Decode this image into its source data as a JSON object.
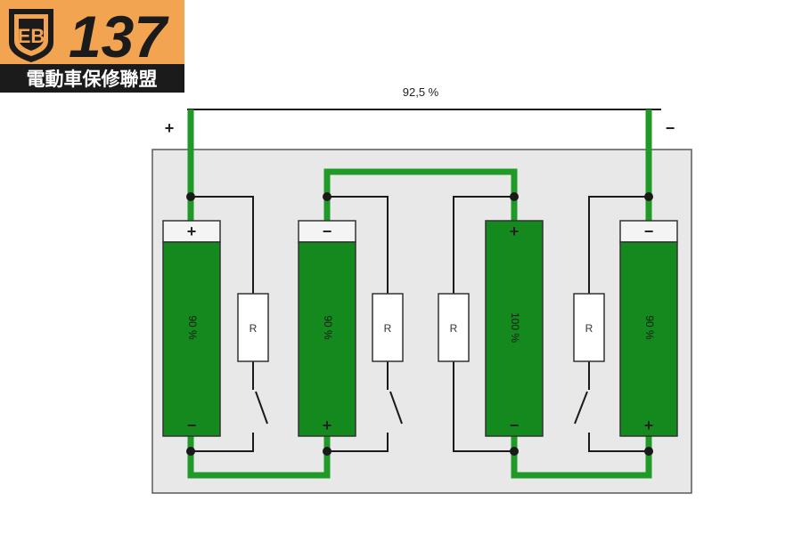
{
  "logo": {
    "number": "137",
    "subtitle": "電動車保修聯盟",
    "emblem_letters": "EB",
    "colors": {
      "orange": "#f2a450",
      "dark": "#1b1b1b"
    }
  },
  "diagram": {
    "total_label": "92,5 %",
    "terminal_positive": "+",
    "terminal_negative": "−",
    "resistor_label": "R",
    "cells": [
      {
        "charge": "90 %",
        "top_terminal": "+",
        "bottom_terminal": "−"
      },
      {
        "charge": "90 %",
        "top_terminal": "−",
        "bottom_terminal": "+"
      },
      {
        "charge": "100 %",
        "top_terminal": "+",
        "bottom_terminal": "−"
      },
      {
        "charge": "90 %",
        "top_terminal": "−",
        "bottom_terminal": "+"
      }
    ],
    "colors": {
      "cell_fill": "#148a1e",
      "wire_green": "#1f9a26",
      "wire_black": "#1a1a1a",
      "board": "#e8e8e8"
    }
  }
}
